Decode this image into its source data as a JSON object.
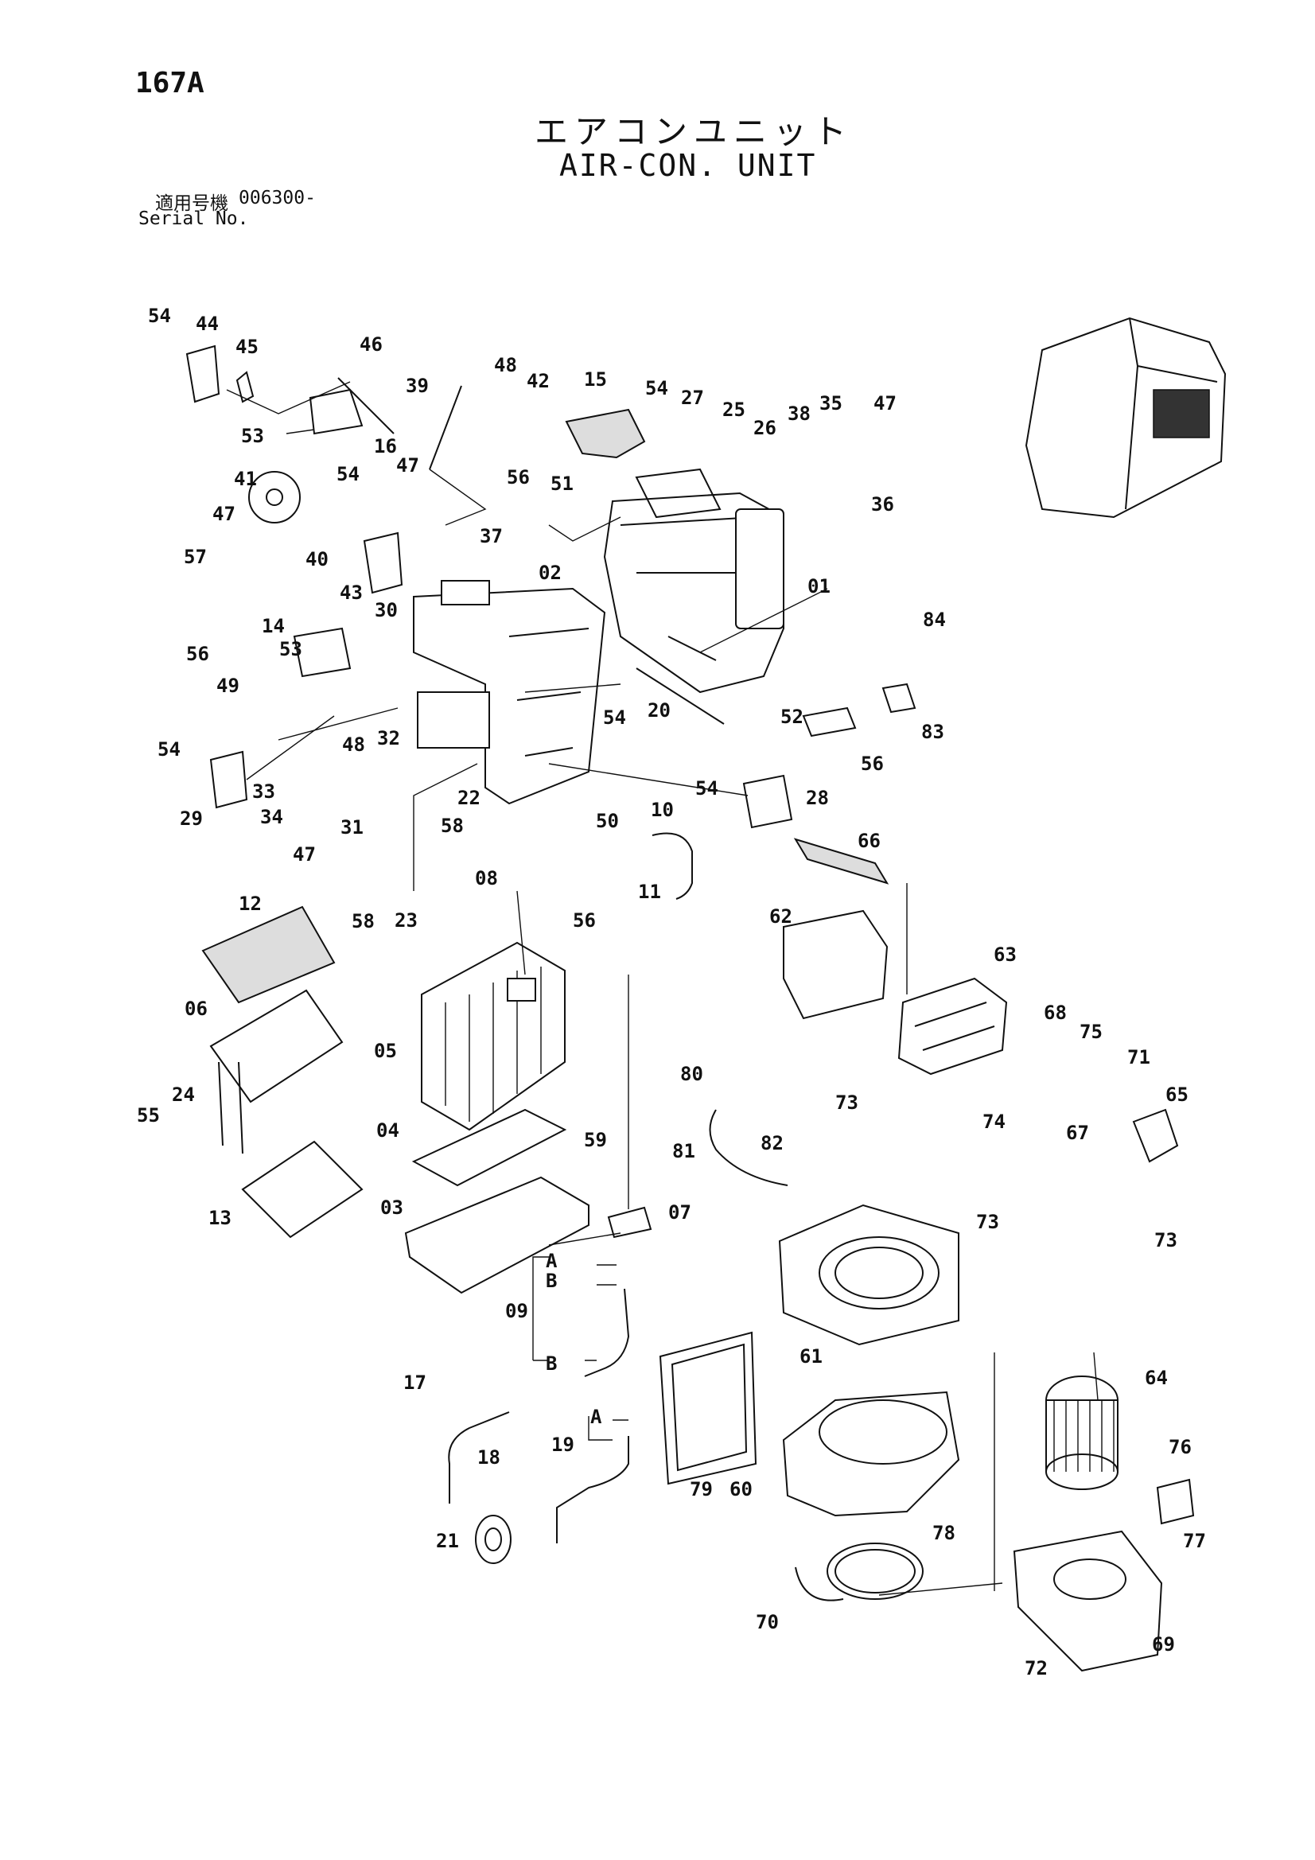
{
  "page_number": "167A",
  "title_jp": "エアコンユニット",
  "title_en": "AIR-CON. UNIT",
  "serial_label_jp": "適用号機",
  "serial_value": "006300-",
  "serial_label_en": "Serial No.",
  "callouts": [
    "54",
    "44",
    "45",
    "46",
    "48",
    "42",
    "15",
    "54",
    "27",
    "25",
    "26",
    "38",
    "35",
    "47",
    "39",
    "53",
    "16",
    "41",
    "54",
    "47",
    "56",
    "51",
    "37",
    "36",
    "47",
    "40",
    "57",
    "43",
    "30",
    "02",
    "01",
    "14",
    "53",
    "56",
    "49",
    "54",
    "20",
    "52",
    "84",
    "83",
    "54",
    "48",
    "32",
    "33",
    "34",
    "29",
    "31",
    "47",
    "22",
    "58",
    "50",
    "10",
    "54",
    "28",
    "56",
    "08",
    "58",
    "23",
    "56",
    "11",
    "66",
    "12",
    "62",
    "63",
    "06",
    "05",
    "68",
    "75",
    "71",
    "24",
    "55",
    "80",
    "73",
    "04",
    "82",
    "81",
    "74",
    "67",
    "65",
    "59",
    "13",
    "03",
    "07",
    "73",
    "73",
    "A",
    "B",
    "09",
    "61",
    "B",
    "17",
    "64",
    "18",
    "19",
    "A",
    "76",
    "77",
    "79",
    "60",
    "78",
    "21",
    "70",
    "72",
    "69"
  ]
}
